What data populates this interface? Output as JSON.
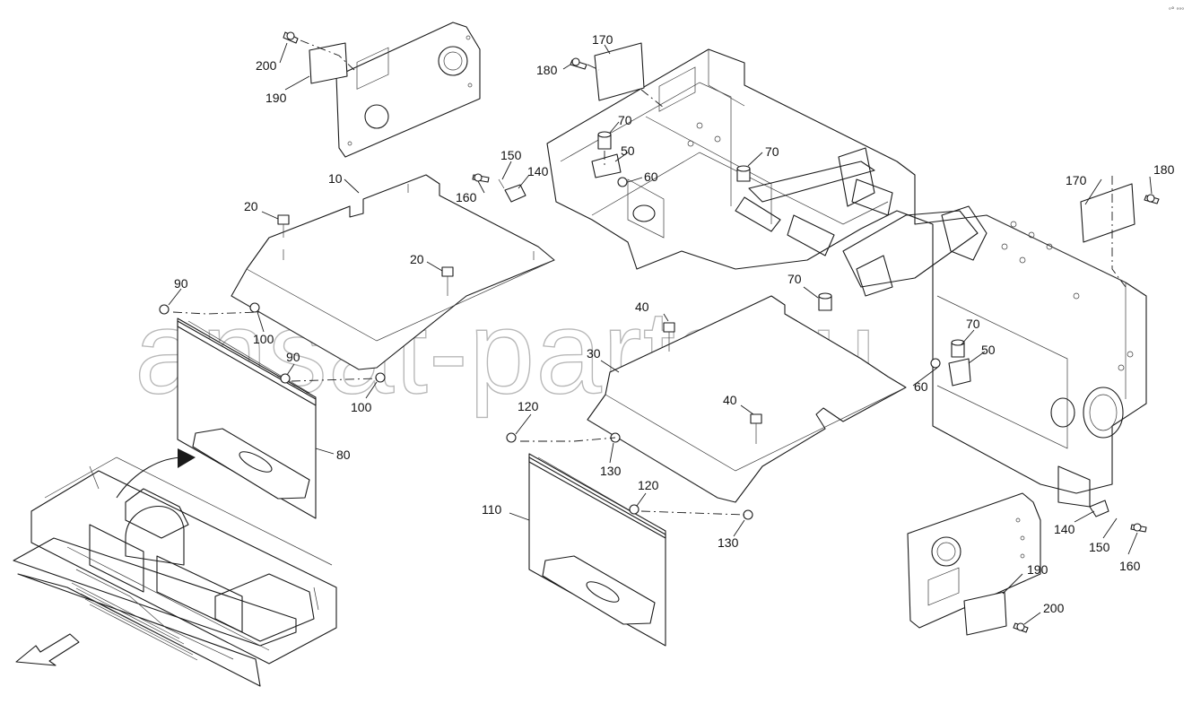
{
  "watermark": "ansat-parts.ru",
  "corner_mark": "ᵒ° ᵒᵒᵒ",
  "callouts": {
    "c200a": "200",
    "c190a": "190",
    "c170a": "170",
    "c180a": "180",
    "c70a": "70",
    "c50a": "50",
    "c70b": "70",
    "c60a": "60",
    "c10": "10",
    "c150a": "150",
    "c140a": "140",
    "c160a": "160",
    "c20a": "20",
    "c20b": "20",
    "c90a": "90",
    "c100a": "100",
    "c90b": "90",
    "c100b": "100",
    "c80": "80",
    "c170b": "170",
    "c180b": "180",
    "c70c": "70",
    "c70d": "70",
    "c50b": "50",
    "c60b": "60",
    "c40a": "40",
    "c30": "30",
    "c40b": "40",
    "c120a": "120",
    "c130a": "130",
    "c120b": "120",
    "c130b": "130",
    "c110": "110",
    "c140b": "140",
    "c150b": "150",
    "c160b": "160",
    "c190b": "190",
    "c200b": "200"
  }
}
